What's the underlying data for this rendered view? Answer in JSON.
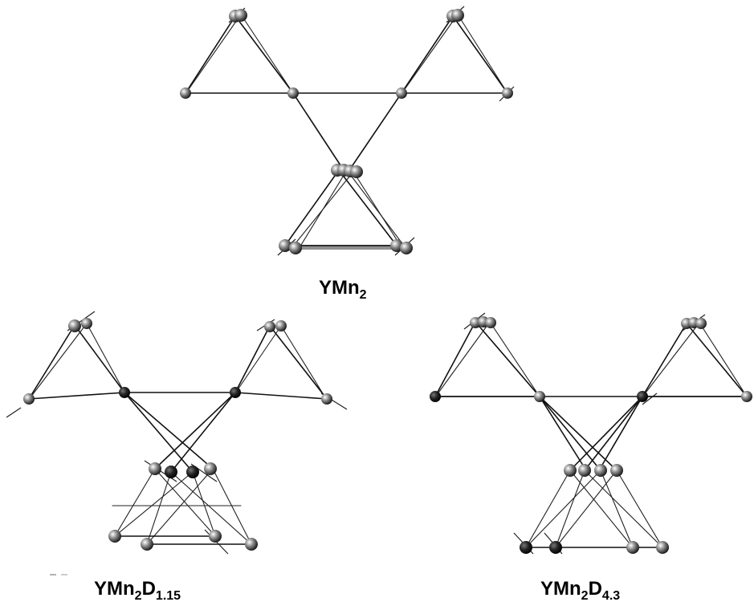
{
  "panels": [
    {
      "id": "ymn2",
      "label": {
        "parts": [
          {
            "t": "YMn",
            "sub": false
          },
          {
            "t": "2",
            "sub": true
          }
        ]
      }
    },
    {
      "id": "ymn2d115",
      "label": {
        "parts": [
          {
            "t": "YMn",
            "sub": false
          },
          {
            "t": "2",
            "sub": true
          },
          {
            "t": "D",
            "sub": false
          },
          {
            "t": "1.15",
            "sub": true
          }
        ]
      }
    },
    {
      "id": "ymn2d43",
      "label": {
        "parts": [
          {
            "t": "YMn",
            "sub": false
          },
          {
            "t": "2",
            "sub": true
          },
          {
            "t": "D",
            "sub": false
          },
          {
            "t": "4.3",
            "sub": true
          }
        ]
      }
    }
  ],
  "colors": {
    "line": "#111111",
    "atom_dark": "#1a1a1a",
    "atom_light": "#ffffff"
  }
}
